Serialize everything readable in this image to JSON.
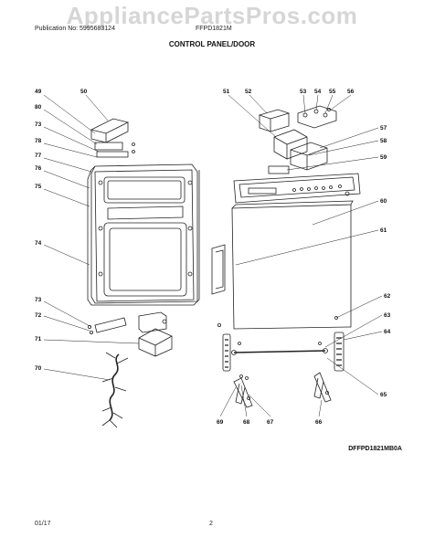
{
  "watermark": "AppliancePartsPros.com",
  "header": {
    "publication": "Publication No: 5995683124",
    "model": "FFPD1821M"
  },
  "title": "CONTROL PANEL/DOOR",
  "diagram_code": "DFFPD1821MB0A",
  "footer": {
    "date": "01/17",
    "page": "2"
  },
  "callouts": {
    "c49": "49",
    "c50": "50",
    "c80": "80",
    "c73a": "73",
    "c78": "78",
    "c77": "77",
    "c76": "76",
    "c75": "75",
    "c74": "74",
    "c73b": "73",
    "c72": "72",
    "c71": "71",
    "c70": "70",
    "c51": "51",
    "c52": "52",
    "c53": "53",
    "c54": "54",
    "c55": "55",
    "c56": "56",
    "c57": "57",
    "c58": "58",
    "c59": "59",
    "c60": "60",
    "c61": "61",
    "c62": "62",
    "c63": "63",
    "c64": "64",
    "c65": "65",
    "c66": "66",
    "c67": "67",
    "c68": "68",
    "c69": "69"
  }
}
